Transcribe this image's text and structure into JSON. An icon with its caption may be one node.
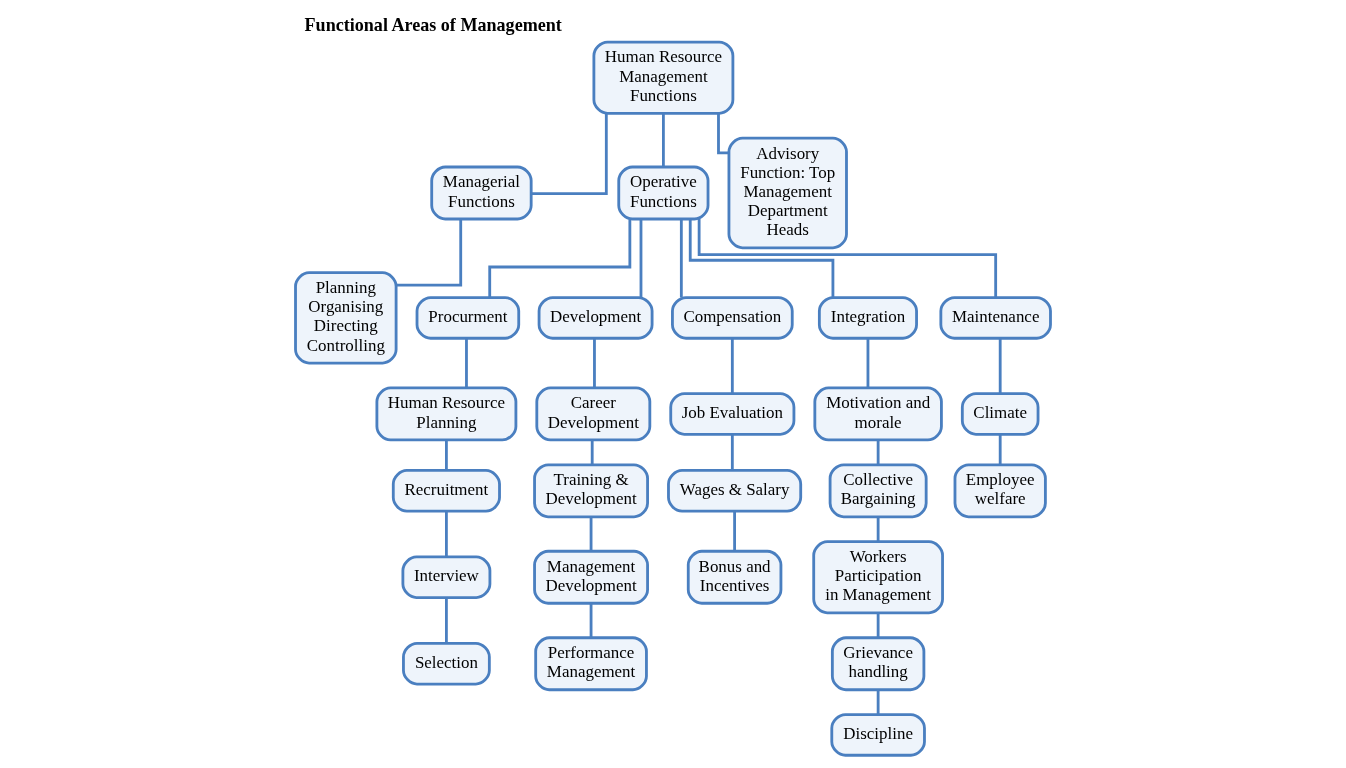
{
  "diagram": {
    "title": "Functional Areas of Management",
    "nodes": [
      {
        "text": [
          "Human Resource Management Functions"
        ]
      },
      {
        "text": [
          "Managerial Functions"
        ]
      },
      {
        "text": [
          "Planning Organising Directing Controlling"
        ]
      },
      {
        "text": [
          "Operative Functions"
        ]
      },
      {
        "text": [
          "Advisory Function: Top Management Department Heads"
        ]
      },
      {
        "text": [
          "Procurment"
        ]
      },
      {
        "text": [
          "Human Resource Planning"
        ]
      },
      {
        "text": [
          "Recruitment"
        ]
      },
      {
        "text": [
          "Interview"
        ]
      },
      {
        "text": [
          "Selection"
        ]
      },
      {
        "text": [
          "Development"
        ]
      },
      {
        "text": [
          "Career Development"
        ]
      },
      {
        "text": [
          "Training & Development"
        ]
      },
      {
        "text": [
          "Management Development"
        ]
      },
      {
        "text": [
          "Performance Management"
        ]
      },
      {
        "text": [
          "Compensation"
        ]
      },
      {
        "text": [
          "Job Evaluation"
        ]
      },
      {
        "text": [
          "Wages & Salary"
        ]
      },
      {
        "text": [
          "Bonus and Incentives"
        ]
      },
      {
        "text": [
          "Integration"
        ]
      },
      {
        "text": [
          "Motivation and morale"
        ]
      },
      {
        "text": [
          "Collective Bargaining"
        ]
      },
      {
        "text": [
          "Workers Participation in Management"
        ]
      },
      {
        "text": [
          "Grievance handling"
        ]
      },
      {
        "text": [
          "Discipline"
        ]
      },
      {
        "text": [
          "Maintenance"
        ]
      },
      {
        "text": [
          "Climate"
        ]
      },
      {
        "text": [
          "Employee welfare"
        ]
      }
    ],
    "edges": [
      {
        "from": 0,
        "to": 1,
        "arrow": "none"
      },
      {
        "from": 0,
        "to": 3,
        "arrow": "none"
      },
      {
        "from": 0,
        "to": 4,
        "arrow": "none"
      },
      {
        "from": 1,
        "to": 2,
        "arrow": "none"
      },
      {
        "from": 3,
        "to": 5,
        "arrow": "none"
      },
      {
        "from": 3,
        "to": 10,
        "arrow": "none"
      },
      {
        "from": 3,
        "to": 15,
        "arrow": "none"
      },
      {
        "from": 3,
        "to": 19,
        "arrow": "none"
      },
      {
        "from": 3,
        "to": 25,
        "arrow": "none"
      },
      {
        "from": 5,
        "to": 6,
        "arrow": "none"
      },
      {
        "from": 6,
        "to": 7,
        "arrow": "none"
      },
      {
        "from": 7,
        "to": 8,
        "arrow": "none"
      },
      {
        "from": 8,
        "to": 9,
        "arrow": "none"
      },
      {
        "from": 10,
        "to": 11,
        "arrow": "none"
      },
      {
        "from": 11,
        "to": 12,
        "arrow": "none"
      },
      {
        "from": 12,
        "to": 13,
        "arrow": "none"
      },
      {
        "from": 13,
        "to": 14,
        "arrow": "none"
      },
      {
        "from": 15,
        "to": 16,
        "arrow": "none"
      },
      {
        "from": 16,
        "to": 17,
        "arrow": "none"
      },
      {
        "from": 17,
        "to": 18,
        "arrow": "none"
      },
      {
        "from": 19,
        "to": 20,
        "arrow": "none"
      },
      {
        "from": 20,
        "to": 21,
        "arrow": "none"
      },
      {
        "from": 21,
        "to": 22,
        "arrow": "none"
      },
      {
        "from": 22,
        "to": 23,
        "arrow": "none"
      },
      {
        "from": 23,
        "to": 24,
        "arrow": "none"
      },
      {
        "from": 25,
        "to": 26,
        "arrow": "none"
      },
      {
        "from": 26,
        "to": 27,
        "arrow": "none"
      }
    ]
  }
}
